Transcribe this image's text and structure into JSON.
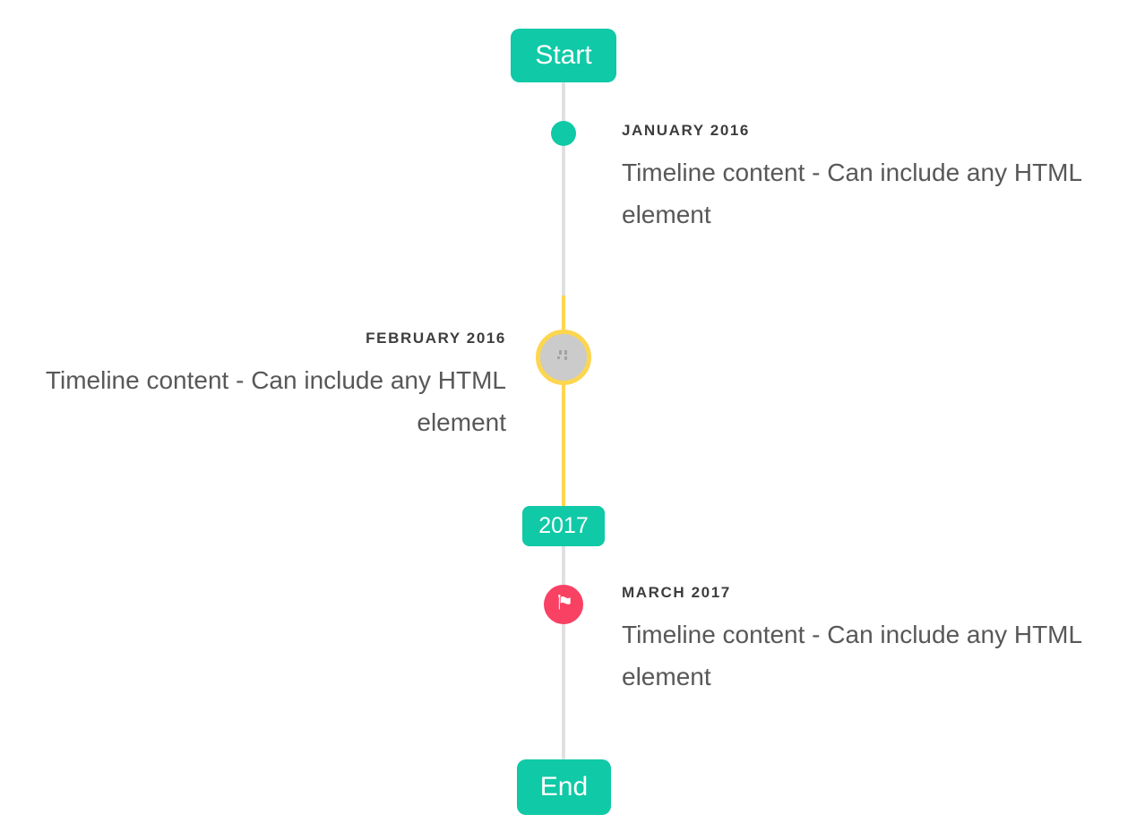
{
  "timeline": {
    "start_label": "Start",
    "end_label": "End",
    "year_badge": "2017",
    "events": [
      {
        "title": "JANUARY 2016",
        "content": "Timeline content - Can include any HTML element",
        "side": "right",
        "marker": "teal-dot"
      },
      {
        "title": "FEBRUARY 2016",
        "content": "Timeline content - Can include any HTML element",
        "side": "left",
        "marker": "image-placeholder-circle"
      },
      {
        "title": "MARCH 2017",
        "content": "Timeline content - Can include any HTML element",
        "side": "right",
        "marker": "flag-circle"
      }
    ],
    "colors": {
      "accent_teal": "#10c9a6",
      "highlight_yellow": "#fdd650",
      "flag_red": "#f94164",
      "line_gray": "#e0e0e2",
      "image_placeholder_gray": "#cbcbcb",
      "title_text": "#3d3d3f",
      "content_text": "#58585a"
    }
  }
}
